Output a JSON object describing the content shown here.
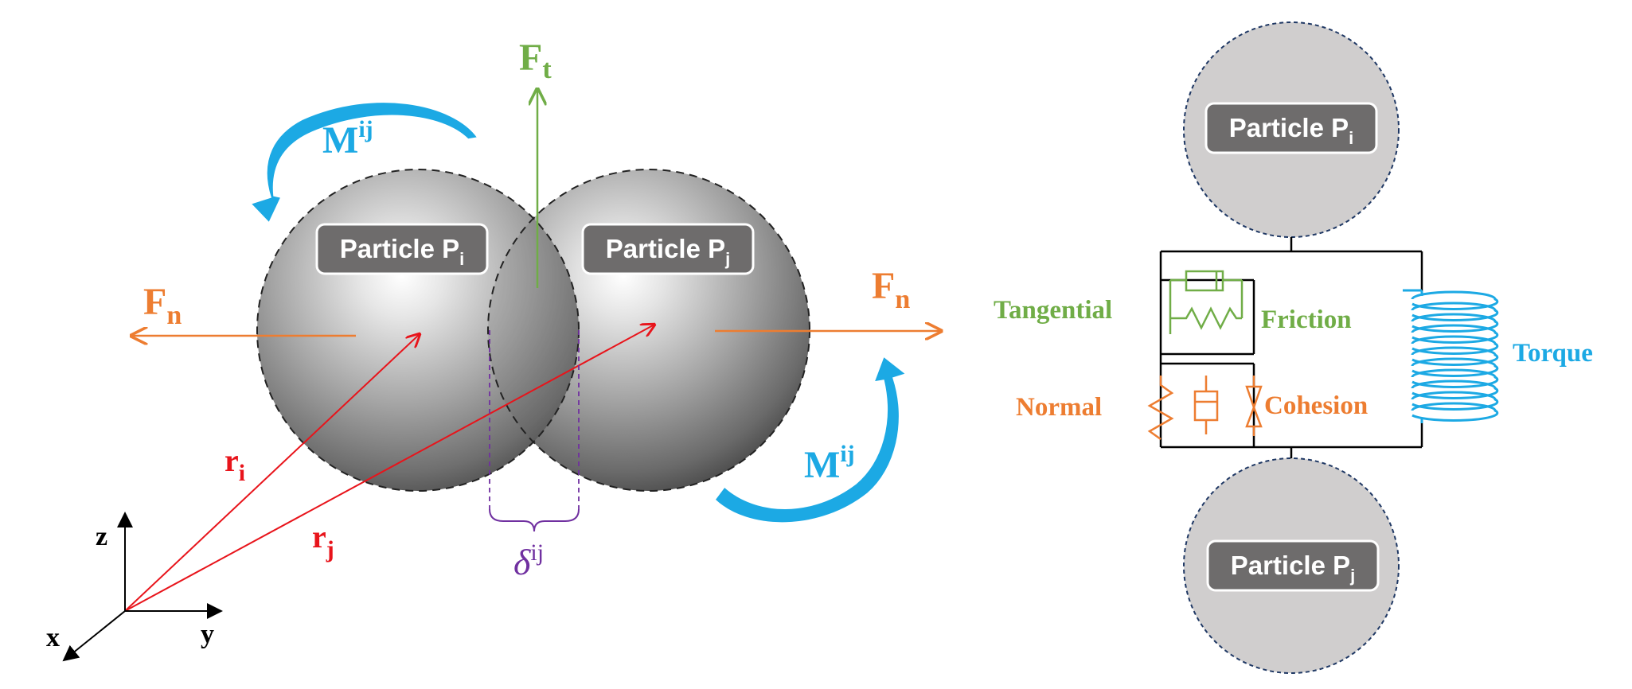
{
  "left_diagram": {
    "particle_i": {
      "label": "Particle P",
      "sub": "i"
    },
    "particle_j": {
      "label": "Particle P",
      "sub": "j"
    },
    "force_tangential": {
      "label": "F",
      "sub": "t"
    },
    "force_normal_left": {
      "label": "F",
      "sub": "n"
    },
    "force_normal_right": {
      "label": "F",
      "sub": "n"
    },
    "moment_top": {
      "label": "M",
      "sup": "ij"
    },
    "moment_bottom": {
      "label": "M",
      "sup": "ij"
    },
    "position_i": {
      "label": "r",
      "sub": "i"
    },
    "position_j": {
      "label": "r",
      "sub": "j"
    },
    "overlap": {
      "label": "δ",
      "sup": "ij"
    },
    "axes": {
      "z": "z",
      "y": "y",
      "x": "x"
    }
  },
  "right_diagram": {
    "particle_i": {
      "label": "Particle P",
      "sub": "i"
    },
    "particle_j": {
      "label": "Particle P",
      "sub": "j"
    },
    "labels": {
      "tangential": "Tangential",
      "friction": "Friction",
      "normal": "Normal",
      "cohesion": "Cohesion",
      "torque": "Torque"
    }
  },
  "colors": {
    "green": "#70AD47",
    "orange": "#ED7D31",
    "blue": "#1CA9E4",
    "red": "#E8141B",
    "purple": "#7030A0",
    "badge": "#6E6C6C",
    "gray_particle": "#D0CECE"
  }
}
